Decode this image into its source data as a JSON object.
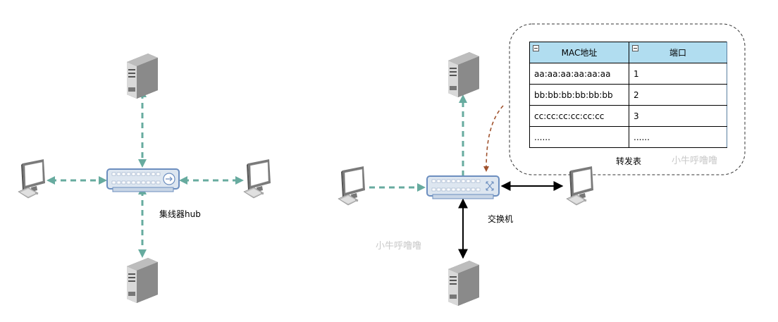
{
  "hub_label": "集线器hub",
  "switch_label": "交换机",
  "table_caption": "转发表",
  "watermark": "小牛呼噜噜",
  "colors": {
    "dashed_arrow": "#67ab9f",
    "solid_arrow": "#000000",
    "curve_arrow": "#a0522d",
    "table_header": "#b1ddf0"
  },
  "mac_table": {
    "headers": [
      "MAC地址",
      "端口"
    ],
    "rows": [
      [
        "aa:aa:aa:aa:aa:aa",
        "1"
      ],
      [
        "bb:bb:bb:bb:bb:bb",
        "2"
      ],
      [
        "cc:cc:cc:cc:cc:cc",
        "3"
      ],
      [
        "......",
        "......"
      ]
    ]
  },
  "icons": [
    "server-icon",
    "desktop-icon",
    "hub-icon",
    "switch-icon"
  ]
}
